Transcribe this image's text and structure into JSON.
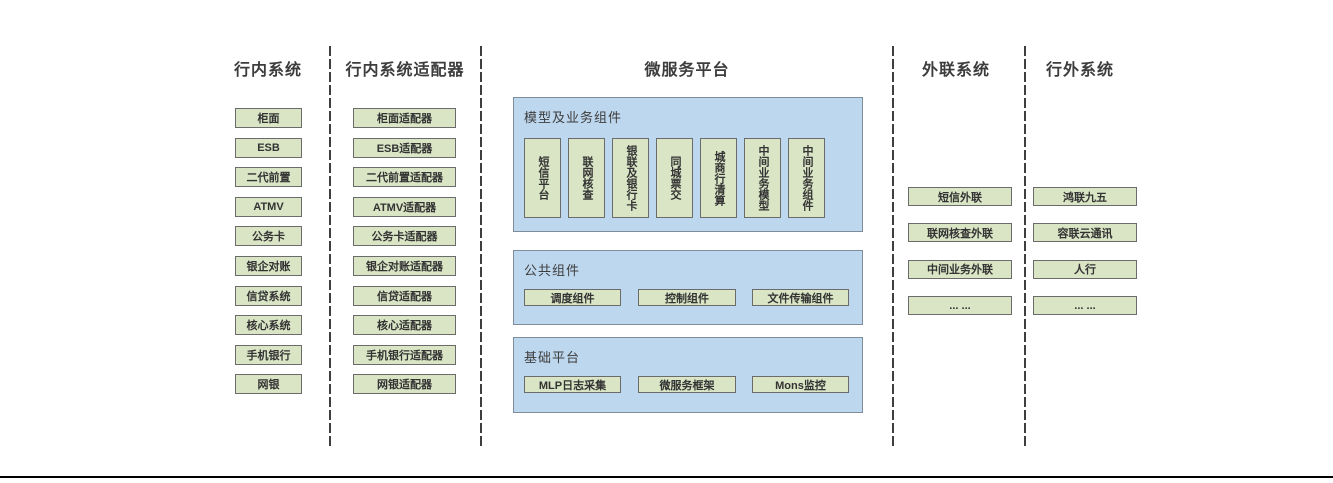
{
  "columns": {
    "inbank": {
      "header": "行内系统",
      "items": [
        "柜面",
        "ESB",
        "二代前置",
        "ATMV",
        "公务卡",
        "银企对账",
        "信贷系统",
        "核心系统",
        "手机银行",
        "网银"
      ]
    },
    "inbank_adapters": {
      "header": "行内系统适配器",
      "items": [
        "柜面适配器",
        "ESB适配器",
        "二代前置适配器",
        "ATMV适配器",
        "公务卡适配器",
        "银企对账适配器",
        "信贷适配器",
        "核心适配器",
        "手机银行适配器",
        "网银适配器"
      ]
    },
    "external_link": {
      "header": "外联系统",
      "items": [
        "短信外联",
        "联网核查外联",
        "中间业务外联",
        "... ..."
      ]
    },
    "outbank": {
      "header": "行外系统",
      "items": [
        "鸿联九五",
        "容联云通讯",
        "人行",
        "... ..."
      ]
    }
  },
  "microservice": {
    "header": "微服务平台",
    "sections": {
      "model": {
        "title": "模型及业务组件",
        "items": [
          "短信平台",
          "联网核查",
          "银联及银行卡",
          "同城票交",
          "城商行清算",
          "中间业务模型",
          "中间业务组件"
        ]
      },
      "common": {
        "title": "公共组件",
        "items": [
          "调度组件",
          "控制组件",
          "文件传输组件"
        ]
      },
      "base": {
        "title": "基础平台",
        "items": [
          "MLP日志采集",
          "微服务框架",
          "Mons监控"
        ]
      }
    }
  },
  "colors": {
    "green_fill": "#d9e5c5",
    "green_border": "#6b6b6b",
    "blue_fill": "#bdd7ee",
    "blue_border": "#7f8c99",
    "header_text": "#3d3d3d",
    "divider": "#3f3f3f",
    "bottom_line": "#000000"
  }
}
